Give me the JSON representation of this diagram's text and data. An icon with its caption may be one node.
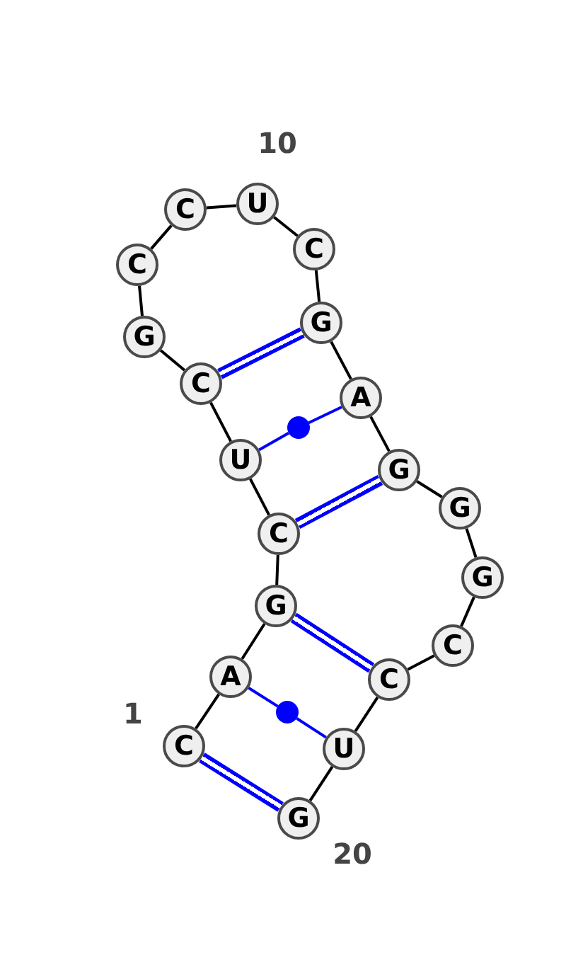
{
  "diagram": {
    "nodes": [
      {
        "text": [
          "C"
        ],
        "beside": [
          "1"
        ]
      },
      {
        "text": [
          "A"
        ]
      },
      {
        "text": [
          "G"
        ]
      },
      {
        "text": [
          "C"
        ]
      },
      {
        "text": [
          "U"
        ]
      },
      {
        "text": [
          "C"
        ]
      },
      {
        "text": [
          "G"
        ]
      },
      {
        "text": [
          "C"
        ]
      },
      {
        "text": [
          "C"
        ]
      },
      {
        "text": [
          "U"
        ],
        "beside": [
          "10"
        ]
      },
      {
        "text": [
          "C"
        ]
      },
      {
        "text": [
          "G"
        ]
      },
      {
        "text": [
          "A"
        ]
      },
      {
        "text": [
          "G"
        ]
      },
      {
        "text": [
          "G"
        ]
      },
      {
        "text": [
          "G"
        ]
      },
      {
        "text": [
          "C"
        ]
      },
      {
        "text": [
          "C"
        ]
      },
      {
        "text": [
          "U"
        ]
      },
      {
        "text": [
          "G"
        ],
        "beside": [
          "20"
        ]
      },
      {
        "text": [],
        "shape": "circle"
      },
      {
        "text": [],
        "shape": "circle"
      }
    ],
    "edges": [
      {
        "from": 0,
        "to": 1,
        "arrow": "none"
      },
      {
        "from": 1,
        "to": 2,
        "arrow": "none"
      },
      {
        "from": 2,
        "to": 3,
        "arrow": "none"
      },
      {
        "from": 3,
        "to": 4,
        "arrow": "none"
      },
      {
        "from": 4,
        "to": 5,
        "arrow": "none"
      },
      {
        "from": 5,
        "to": 6,
        "arrow": "none"
      },
      {
        "from": 6,
        "to": 7,
        "arrow": "none"
      },
      {
        "from": 7,
        "to": 8,
        "arrow": "none"
      },
      {
        "from": 8,
        "to": 9,
        "arrow": "none"
      },
      {
        "from": 9,
        "to": 10,
        "arrow": "none"
      },
      {
        "from": 10,
        "to": 11,
        "arrow": "none"
      },
      {
        "from": 11,
        "to": 12,
        "arrow": "none"
      },
      {
        "from": 12,
        "to": 13,
        "arrow": "none"
      },
      {
        "from": 13,
        "to": 14,
        "arrow": "none"
      },
      {
        "from": 14,
        "to": 15,
        "arrow": "none"
      },
      {
        "from": 15,
        "to": 16,
        "arrow": "none"
      },
      {
        "from": 16,
        "to": 17,
        "arrow": "none"
      },
      {
        "from": 17,
        "to": 18,
        "arrow": "none"
      },
      {
        "from": 18,
        "to": 19,
        "arrow": "none"
      },
      {
        "from": 0,
        "to": 19,
        "arrow": "none",
        "style": "thick",
        "color": "#0000ff"
      },
      {
        "from": 1,
        "to": 21,
        "arrow": "none",
        "color": "#0000ff"
      },
      {
        "from": 21,
        "to": 18,
        "arrow": "none",
        "color": "#0000ff"
      },
      {
        "from": 2,
        "to": 17,
        "arrow": "none",
        "style": "thick",
        "color": "#0000ff"
      },
      {
        "from": 3,
        "to": 13,
        "arrow": "none",
        "style": "thick",
        "color": "#0000ff"
      },
      {
        "from": 4,
        "to": 20,
        "arrow": "none",
        "color": "#0000ff"
      },
      {
        "from": 20,
        "to": 12,
        "arrow": "none",
        "color": "#0000ff"
      },
      {
        "from": 5,
        "to": 11,
        "arrow": "none",
        "style": "thick",
        "color": "#0000ff"
      }
    ]
  }
}
